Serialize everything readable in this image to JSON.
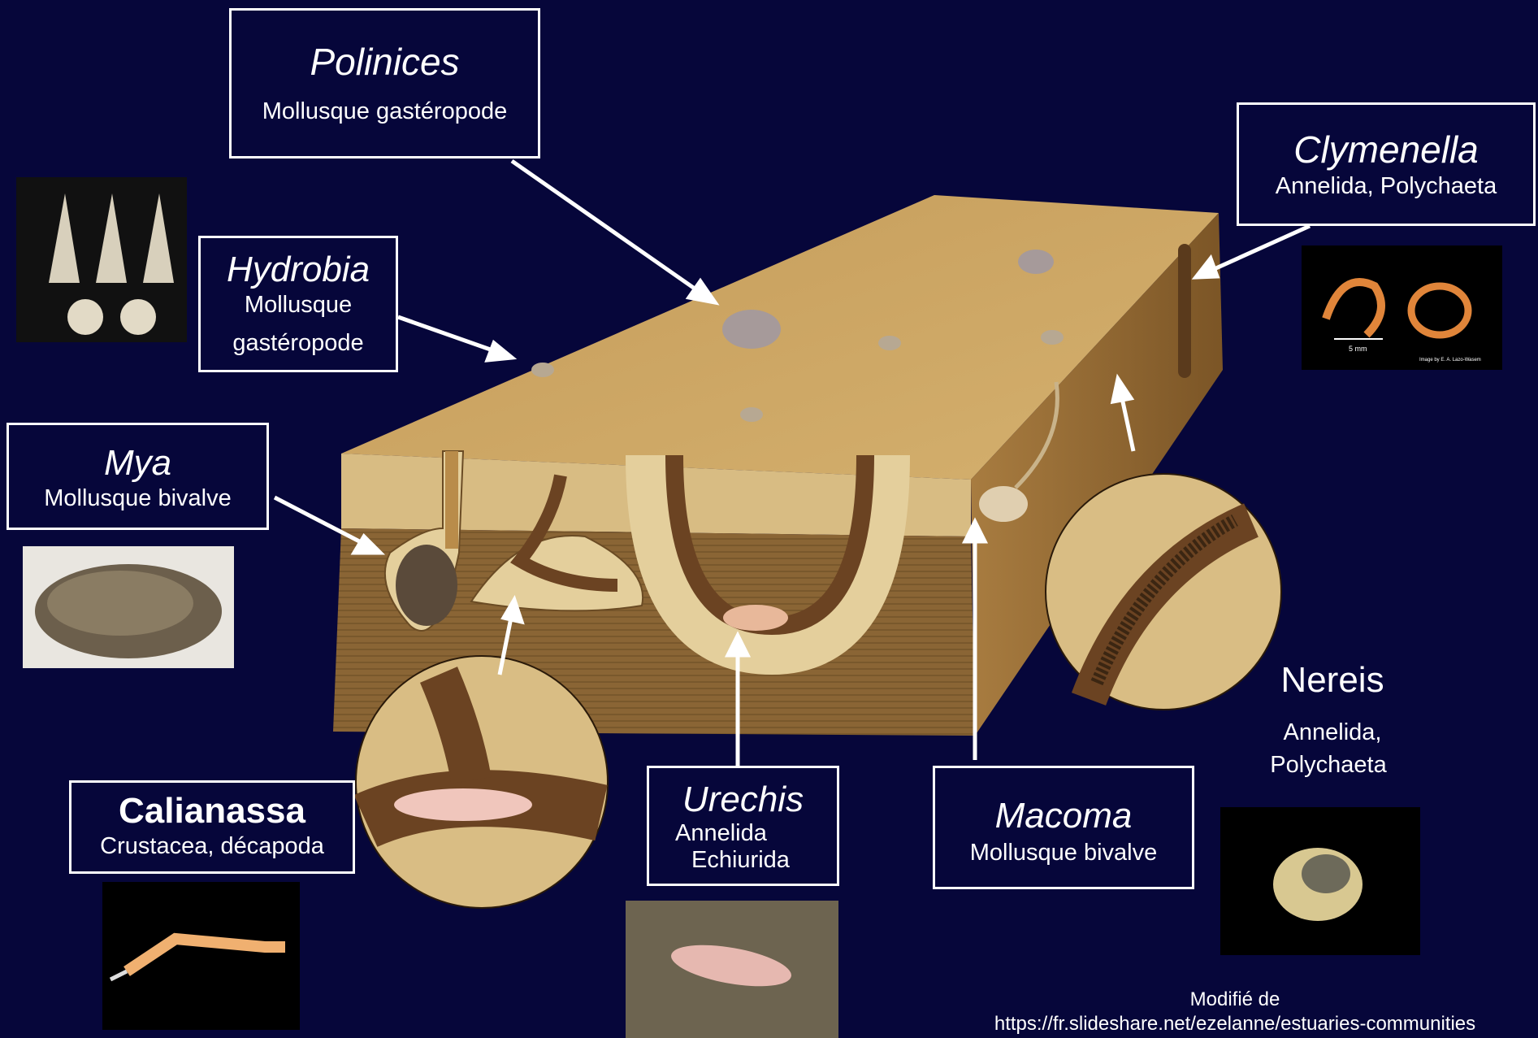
{
  "labels": {
    "polinices": {
      "genus": "Polinices",
      "group": "Mollusque gastéropode"
    },
    "hydrobia": {
      "genus": "Hydrobia",
      "group_line1": "Mollusque",
      "group_line2": "gastéropode"
    },
    "clymenella": {
      "genus": "Clymenella",
      "group": "Annelida, Polychaeta"
    },
    "mya": {
      "genus": "Mya",
      "group": "Mollusque bivalve"
    },
    "calianassa": {
      "genus": "Calianassa",
      "group": "Crustacea, décapoda"
    },
    "urechis": {
      "genus": "Urechis",
      "group_line1": "Annelida",
      "group_line2": "Echiurida"
    },
    "macoma": {
      "genus": "Macoma",
      "group": "Mollusque bivalve"
    },
    "nereis": {
      "genus": "Nereis",
      "group_line1": "Annelida,",
      "group_line2": "Polychaeta"
    }
  },
  "photo_captions": {
    "clymenella_scale": "5 mm",
    "clymenella_credit": "Image by E. A. Lazo-Wasem"
  },
  "credit": {
    "line1": "Modifié de",
    "line2": "https://fr.slideshare.net/ezelanne/estuaries-communities"
  },
  "colors": {
    "background": "#06063a",
    "sand_surface": "#c9a564",
    "sediment_side": "#7a5a30",
    "burrow": "#6b4322",
    "arrow": "#ffffff"
  }
}
